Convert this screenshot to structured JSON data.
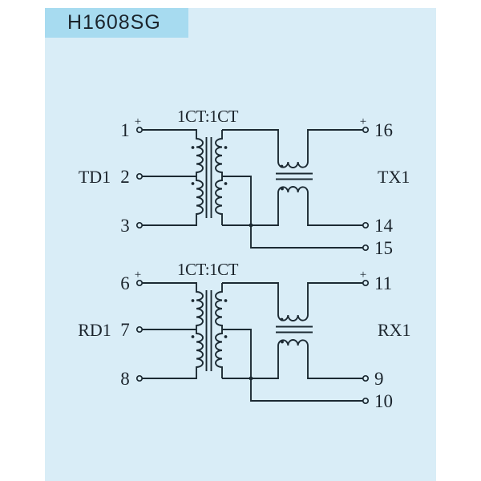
{
  "title": "H1608SG",
  "colors": {
    "page_bg": "#ffffff",
    "panel_bg": "#d9edf7",
    "title_box_bg": "#a7dbf0",
    "line": "#1c2a33",
    "text": "#1b242c"
  },
  "circuits": [
    {
      "name": "transmit",
      "ratio_label": "1CT:1CT",
      "left_group_label": "TD1",
      "right_group_label": "TX1",
      "polarity_mark": "+",
      "left_pins": [
        "1",
        "2",
        "3"
      ],
      "right_pins": [
        "16",
        "14",
        "15"
      ]
    },
    {
      "name": "receive",
      "ratio_label": "1CT:1CT",
      "left_group_label": "RD1",
      "right_group_label": "RX1",
      "polarity_mark": "+",
      "left_pins": [
        "6",
        "7",
        "8"
      ],
      "right_pins": [
        "11",
        "9",
        "10"
      ]
    }
  ]
}
